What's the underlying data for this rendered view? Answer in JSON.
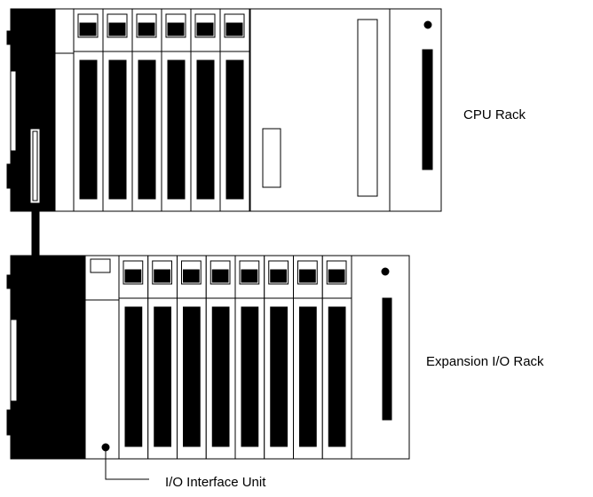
{
  "labels": {
    "cpu_rack": "CPU Rack",
    "expansion_rack": "Expansion I/O Rack",
    "io_interface_unit": "I/O Interface Unit"
  },
  "cpu_rack": {
    "io_slots": 6
  },
  "expansion_rack": {
    "io_slots": 8
  },
  "colors": {
    "line": "#000000",
    "fill": "#ffffff",
    "dark": "#000000"
  }
}
